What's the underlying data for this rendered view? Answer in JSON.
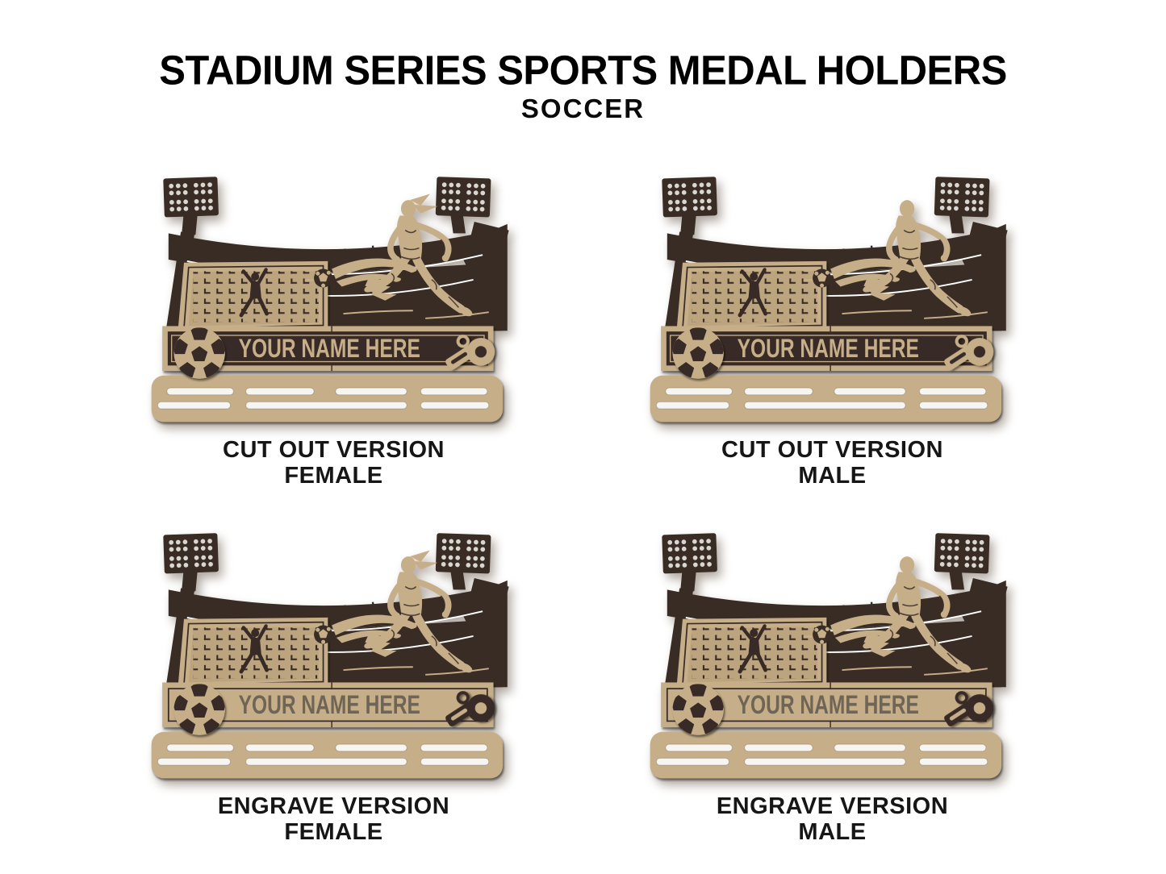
{
  "page": {
    "title": "STADIUM SERIES SPORTS MEDAL HOLDERS",
    "subtitle": "SOCCER"
  },
  "products": [
    {
      "caption_line1": "CUT OUT VERSION",
      "caption_line2": "FEMALE",
      "version": "cutout",
      "gender": "female",
      "plate_text": "YOUR NAME HERE"
    },
    {
      "caption_line1": "CUT OUT VERSION",
      "caption_line2": "MALE",
      "version": "cutout",
      "gender": "male",
      "plate_text": "YOUR NAME HERE"
    },
    {
      "caption_line1": "ENGRAVE VERSION",
      "caption_line2": "FEMALE",
      "version": "engrave",
      "gender": "female",
      "plate_text": "YOUR NAME HERE"
    },
    {
      "caption_line1": "ENGRAVE VERSION",
      "caption_line2": "MALE",
      "version": "engrave",
      "gender": "male",
      "plate_text": "YOUR NAME HERE"
    }
  ],
  "graphic_elements": [
    "stadium-floodlight",
    "stadium-roof",
    "soccer-goal",
    "goalkeeper",
    "soccer-player",
    "soccer-ball",
    "whistle",
    "name-plate",
    "medal-hanger-bar"
  ],
  "colors": {
    "wood_light": "#c6ae88",
    "wood_light_deep": "#bca57e",
    "wood_dark": "#382c25",
    "panel_dot": "#d9d5d0",
    "slot_hole": "#f7f5f1",
    "engrave_text": "#6e6557",
    "title_text": "#000000",
    "caption_text": "#161616",
    "background": "#ffffff"
  }
}
